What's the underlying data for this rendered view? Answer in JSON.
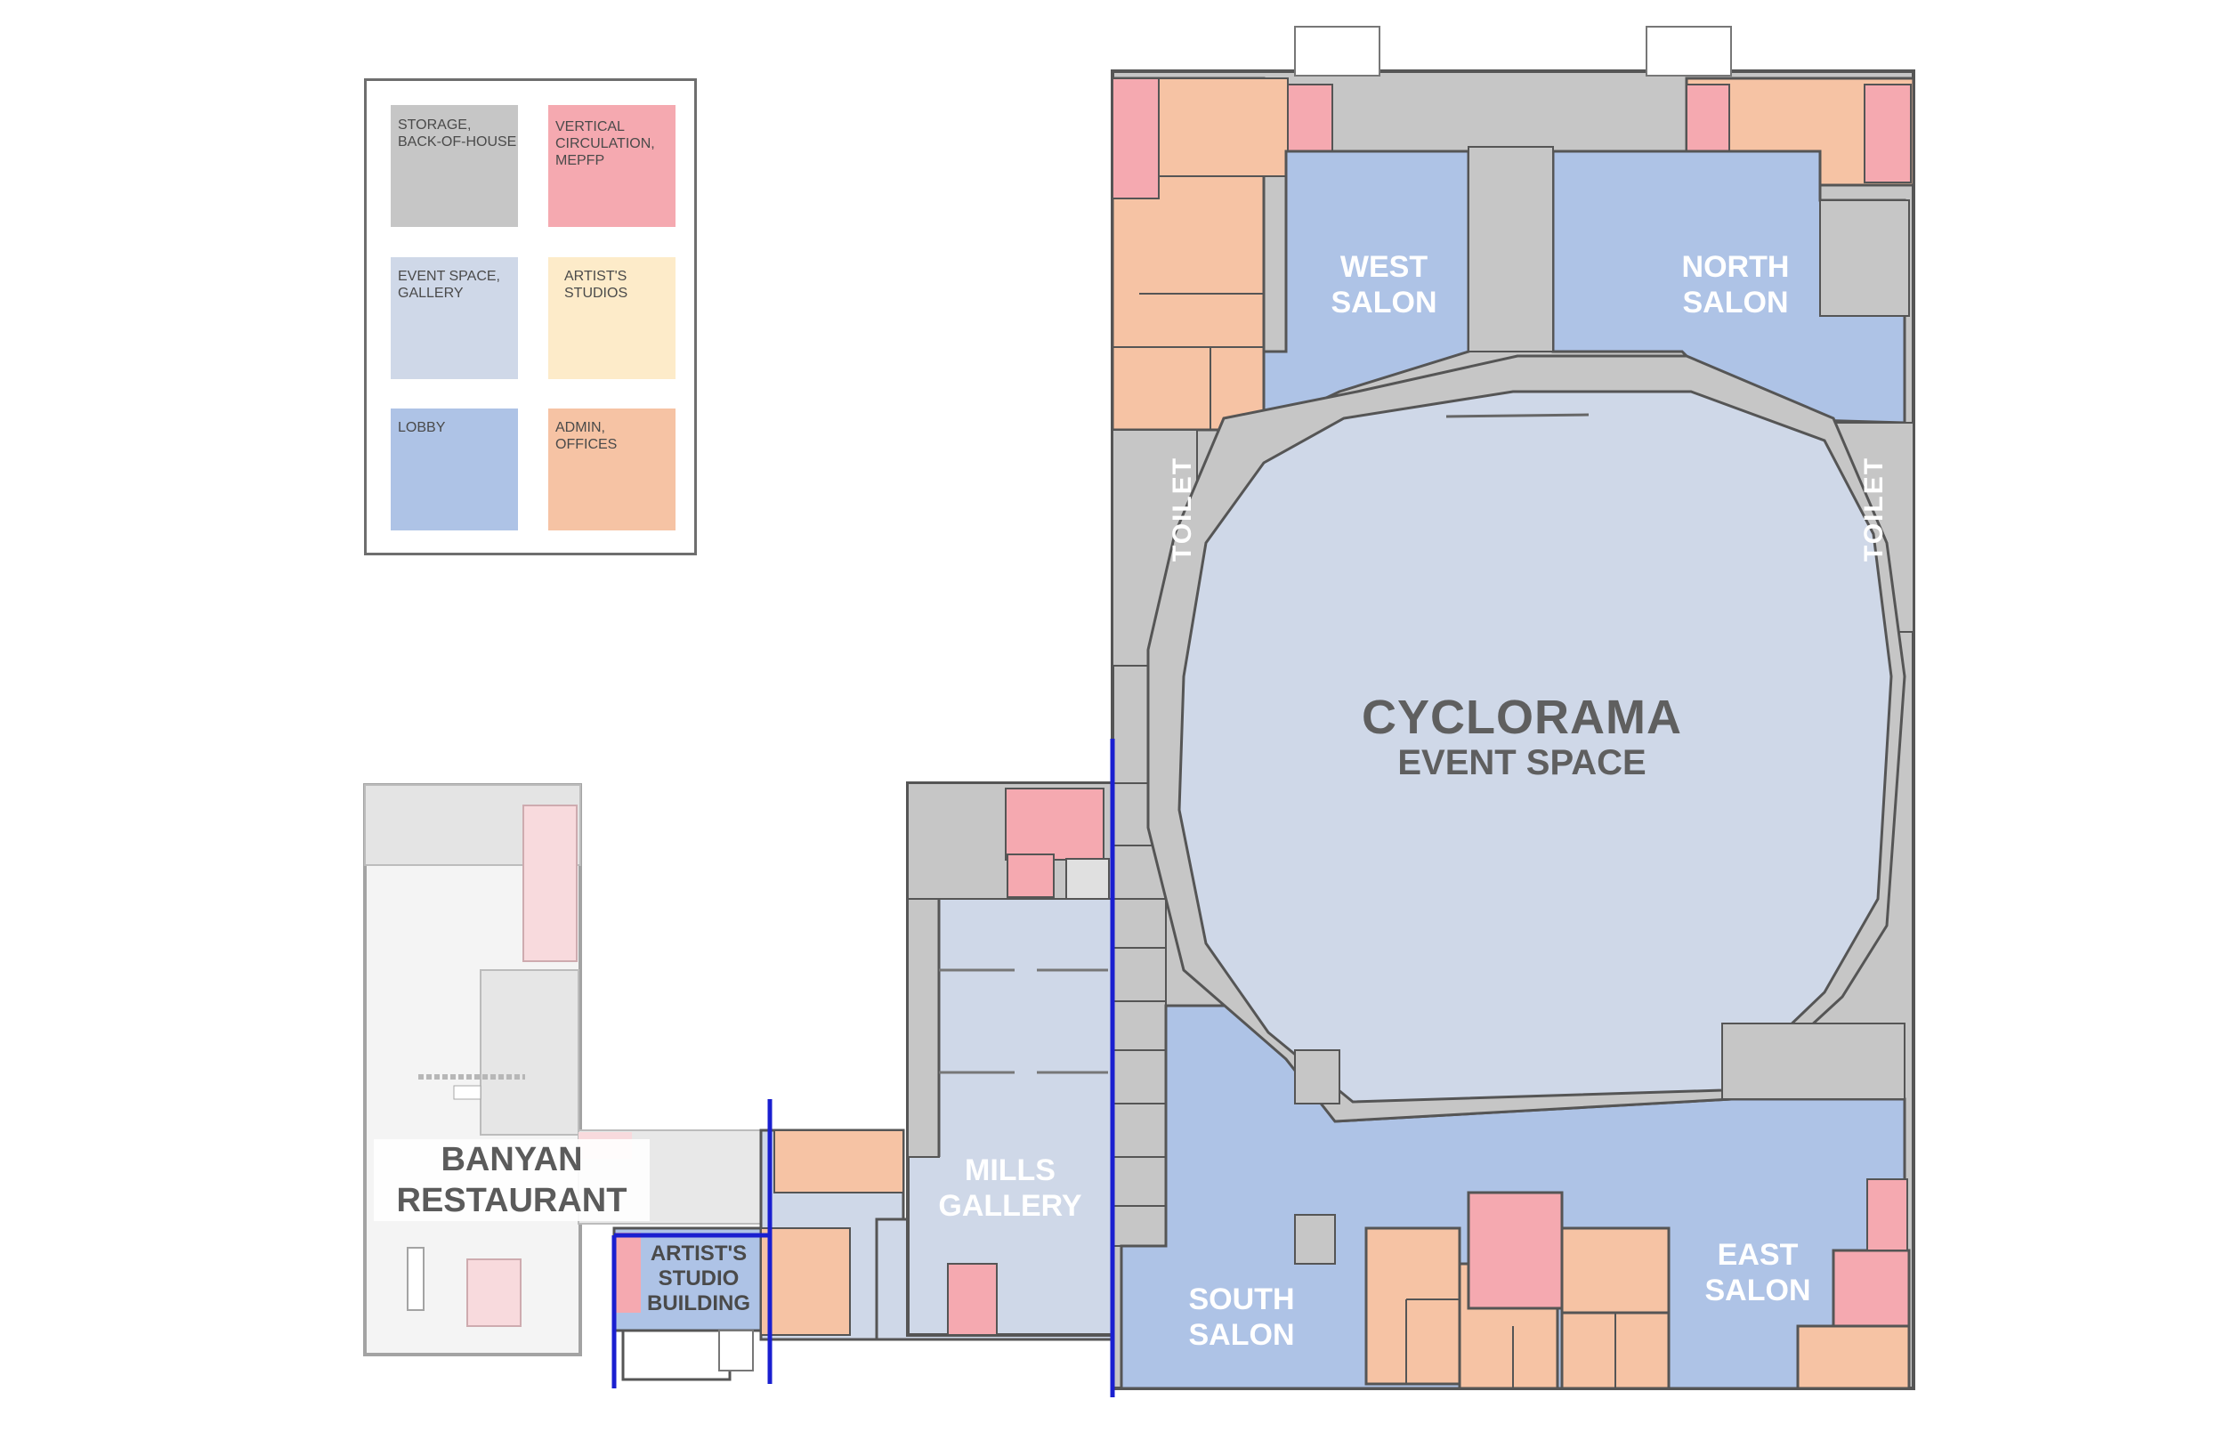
{
  "legend": {
    "items": [
      {
        "label": "STORAGE,\nBACK-OF-HOUSE",
        "color": "#c6c6c6"
      },
      {
        "label": "VERTICAL\nCIRCULATION,\nMEPFP",
        "color": "#f5a9b0"
      },
      {
        "label": "EVENT SPACE,\nGALLERY",
        "color": "#cfd8e8"
      },
      {
        "label": "ARTIST'S\nSTUDIOS",
        "color": "#fdebc9"
      },
      {
        "label": "LOBBY",
        "color": "#aec3e6"
      },
      {
        "label": "ADMIN,\nOFFICES",
        "color": "#f6c3a4"
      }
    ]
  },
  "rooms": {
    "cyclorama_title": "CYCLORAMA",
    "cyclorama_subtitle": "EVENT SPACE",
    "west_salon": "WEST\nSALON",
    "north_salon": "NORTH\nSALON",
    "south_salon": "SOUTH\nSALON",
    "east_salon": "EAST\nSALON",
    "mills_gallery": "MILLS\nGALLERY",
    "banyan_restaurant": "BANYAN\nRESTAURANT",
    "artists_studio_building": "ARTIST'S\nSTUDIO\nBUILDING",
    "toilet_left": "TOILET",
    "toilet_right": "TOILET"
  },
  "colors": {
    "storage": "#c6c6c6",
    "circulation": "#f5a9b0",
    "event": "#cfd8e8",
    "studios": "#fdebc9",
    "lobby": "#aec3e6",
    "admin": "#f6c3a4",
    "wall": "#555555",
    "boundary": "#1a1fd0"
  }
}
